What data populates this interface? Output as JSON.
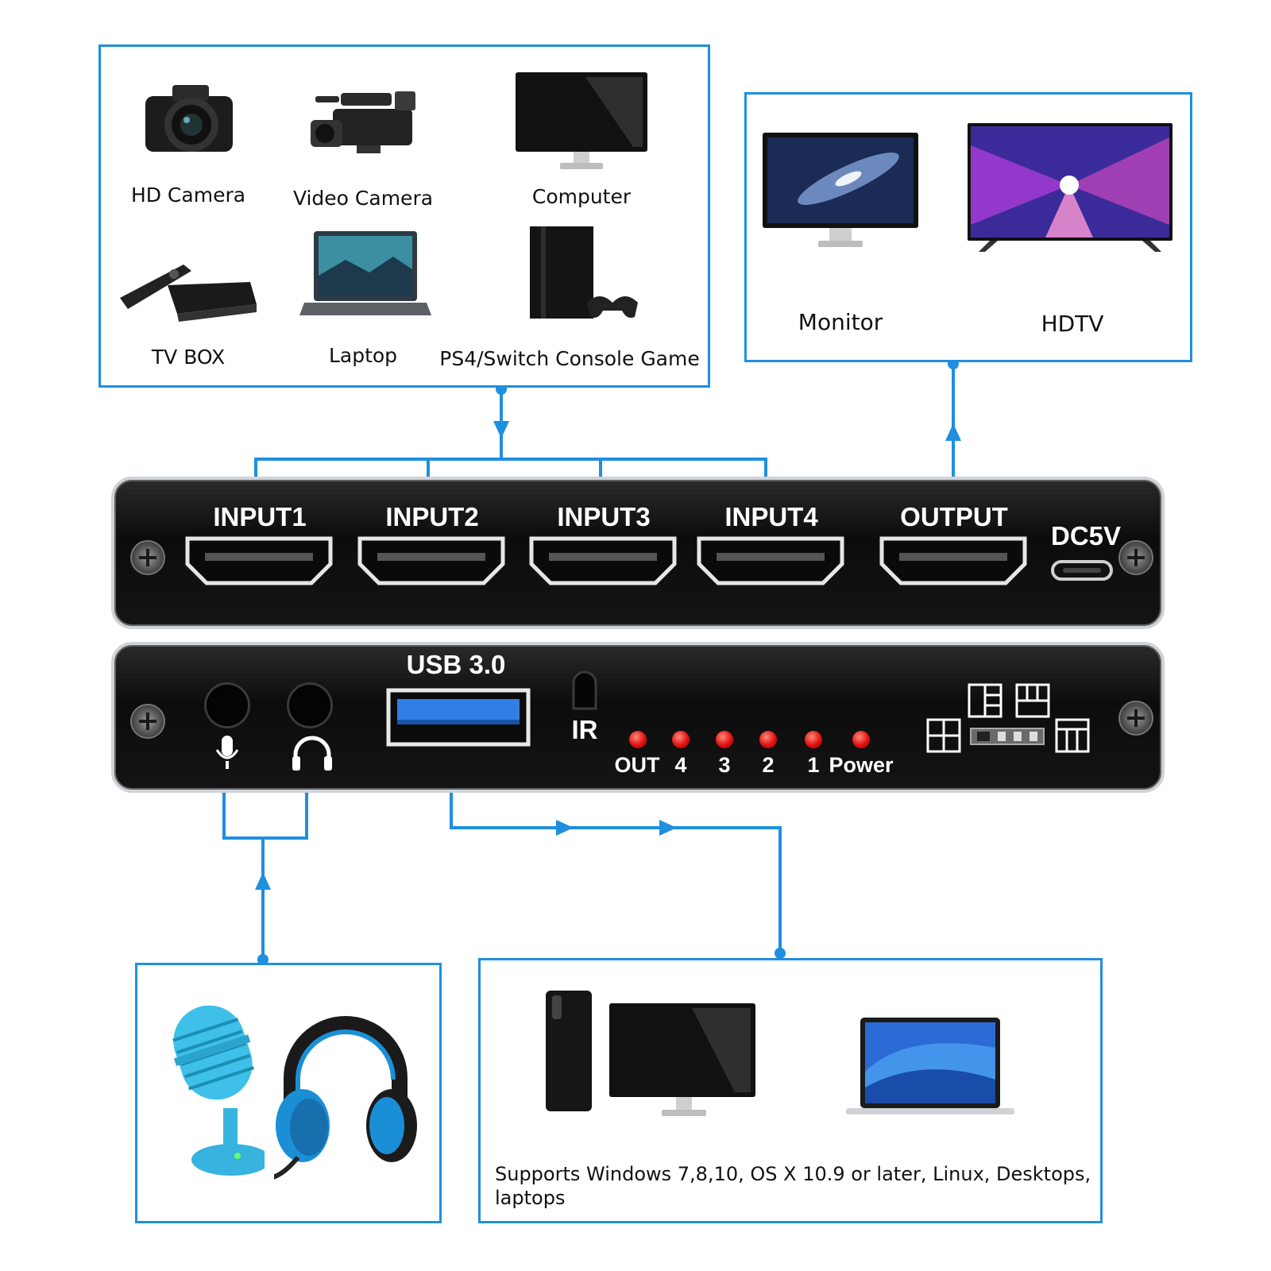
{
  "sources": {
    "items": [
      {
        "label": "HD Camera"
      },
      {
        "label": "Video Camera"
      },
      {
        "label": "Computer"
      },
      {
        "label": "TV BOX"
      },
      {
        "label": "Laptop"
      },
      {
        "label": "PS4/Switch Console Game"
      }
    ]
  },
  "displays": {
    "items": [
      {
        "label": "Monitor"
      },
      {
        "label": "HDTV"
      }
    ]
  },
  "front_panel": {
    "ports": [
      "INPUT1",
      "INPUT2",
      "INPUT3",
      "INPUT4",
      "OUTPUT"
    ],
    "power_label": "DC5V"
  },
  "back_panel": {
    "usb_label": "USB 3.0",
    "ir_label": "IR",
    "leds": [
      "OUT",
      "4",
      "3",
      "2",
      "1",
      "Power"
    ]
  },
  "pcs": {
    "caption_line1": "Supports Windows 7,8,10, OS X 10.9 or later, Linux, Desktops,",
    "caption_line2": "laptops"
  },
  "colors": {
    "accent": "#1f8fe0",
    "led": "#e01010",
    "panel": "#111111"
  },
  "icons": [
    "camera-icon",
    "video-camera-icon",
    "computer-monitor-icon",
    "tv-box-icon",
    "laptop-icon",
    "game-console-icon",
    "monitor-icon",
    "hdtv-icon",
    "microphone-icon",
    "headset-icon",
    "desktop-pc-icon",
    "macbook-icon"
  ]
}
